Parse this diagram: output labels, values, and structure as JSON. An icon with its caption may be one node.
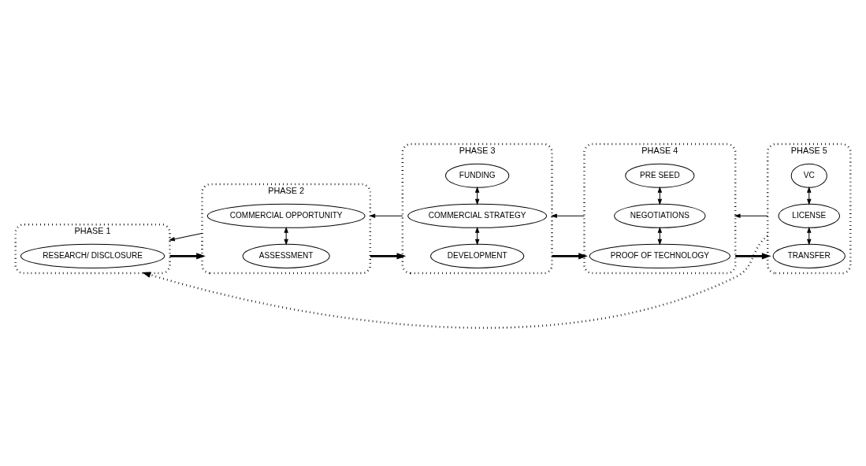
{
  "diagram": {
    "nodes": [
      {
        "text": [
          "PHASE 1"
        ]
      },
      {
        "text": [
          "RESEARCH/ DISCLOSURE"
        ],
        "in": 0
      },
      {
        "text": [
          "PHASE 2"
        ]
      },
      {
        "text": [
          "ASSESSMENT"
        ],
        "in": 2
      },
      {
        "text": [
          "COMMERCIAL OPPORTUNITY"
        ],
        "in": 2
      },
      {
        "text": [
          "PHASE 3"
        ]
      },
      {
        "text": [
          "DEVELOPMENT"
        ],
        "in": 5
      },
      {
        "text": [
          "COMMERCIAL STRATEGY"
        ],
        "in": 5
      },
      {
        "text": [
          "FUNDING"
        ],
        "in": 5
      },
      {
        "text": [
          "PHASE 4"
        ]
      },
      {
        "text": [
          "PROOF OF TECHNOLOGY"
        ],
        "in": 9
      },
      {
        "text": [
          "NEGOTIATIONS"
        ],
        "in": 9
      },
      {
        "text": [
          "PRE SEED"
        ],
        "in": 9
      },
      {
        "text": [
          "PHASE 5"
        ]
      },
      {
        "text": [
          "TRANSFER"
        ],
        "in": 13
      },
      {
        "text": [
          "LICENSE"
        ],
        "in": 13
      },
      {
        "text": [
          "VC"
        ],
        "in": 13
      }
    ],
    "edges": [
      {
        "from": 0,
        "to": 2,
        "arrow": "to",
        "style": "thick"
      },
      {
        "from": 2,
        "to": 5,
        "arrow": "to",
        "style": "thick"
      },
      {
        "from": 5,
        "to": 9,
        "arrow": "to",
        "style": "thick"
      },
      {
        "from": 9,
        "to": 13,
        "arrow": "to",
        "style": "thick"
      },
      {
        "from": 3,
        "to": 4,
        "arrow": "both"
      },
      {
        "from": 6,
        "to": 7,
        "arrow": "both"
      },
      {
        "from": 7,
        "to": 8,
        "arrow": "both"
      },
      {
        "from": 10,
        "to": 11,
        "arrow": "both"
      },
      {
        "from": 11,
        "to": 12,
        "arrow": "both"
      },
      {
        "from": 14,
        "to": 15,
        "arrow": "both"
      },
      {
        "from": 15,
        "to": 16,
        "arrow": "both"
      },
      {
        "from": 2,
        "to": 0,
        "arrow": "to"
      },
      {
        "from": 5,
        "to": 2,
        "arrow": "to"
      },
      {
        "from": 9,
        "to": 5,
        "arrow": "to"
      },
      {
        "from": 13,
        "to": 9,
        "arrow": "to"
      },
      {
        "from": 13,
        "to": 0,
        "arrow": "to",
        "style": "dashed"
      }
    ]
  }
}
